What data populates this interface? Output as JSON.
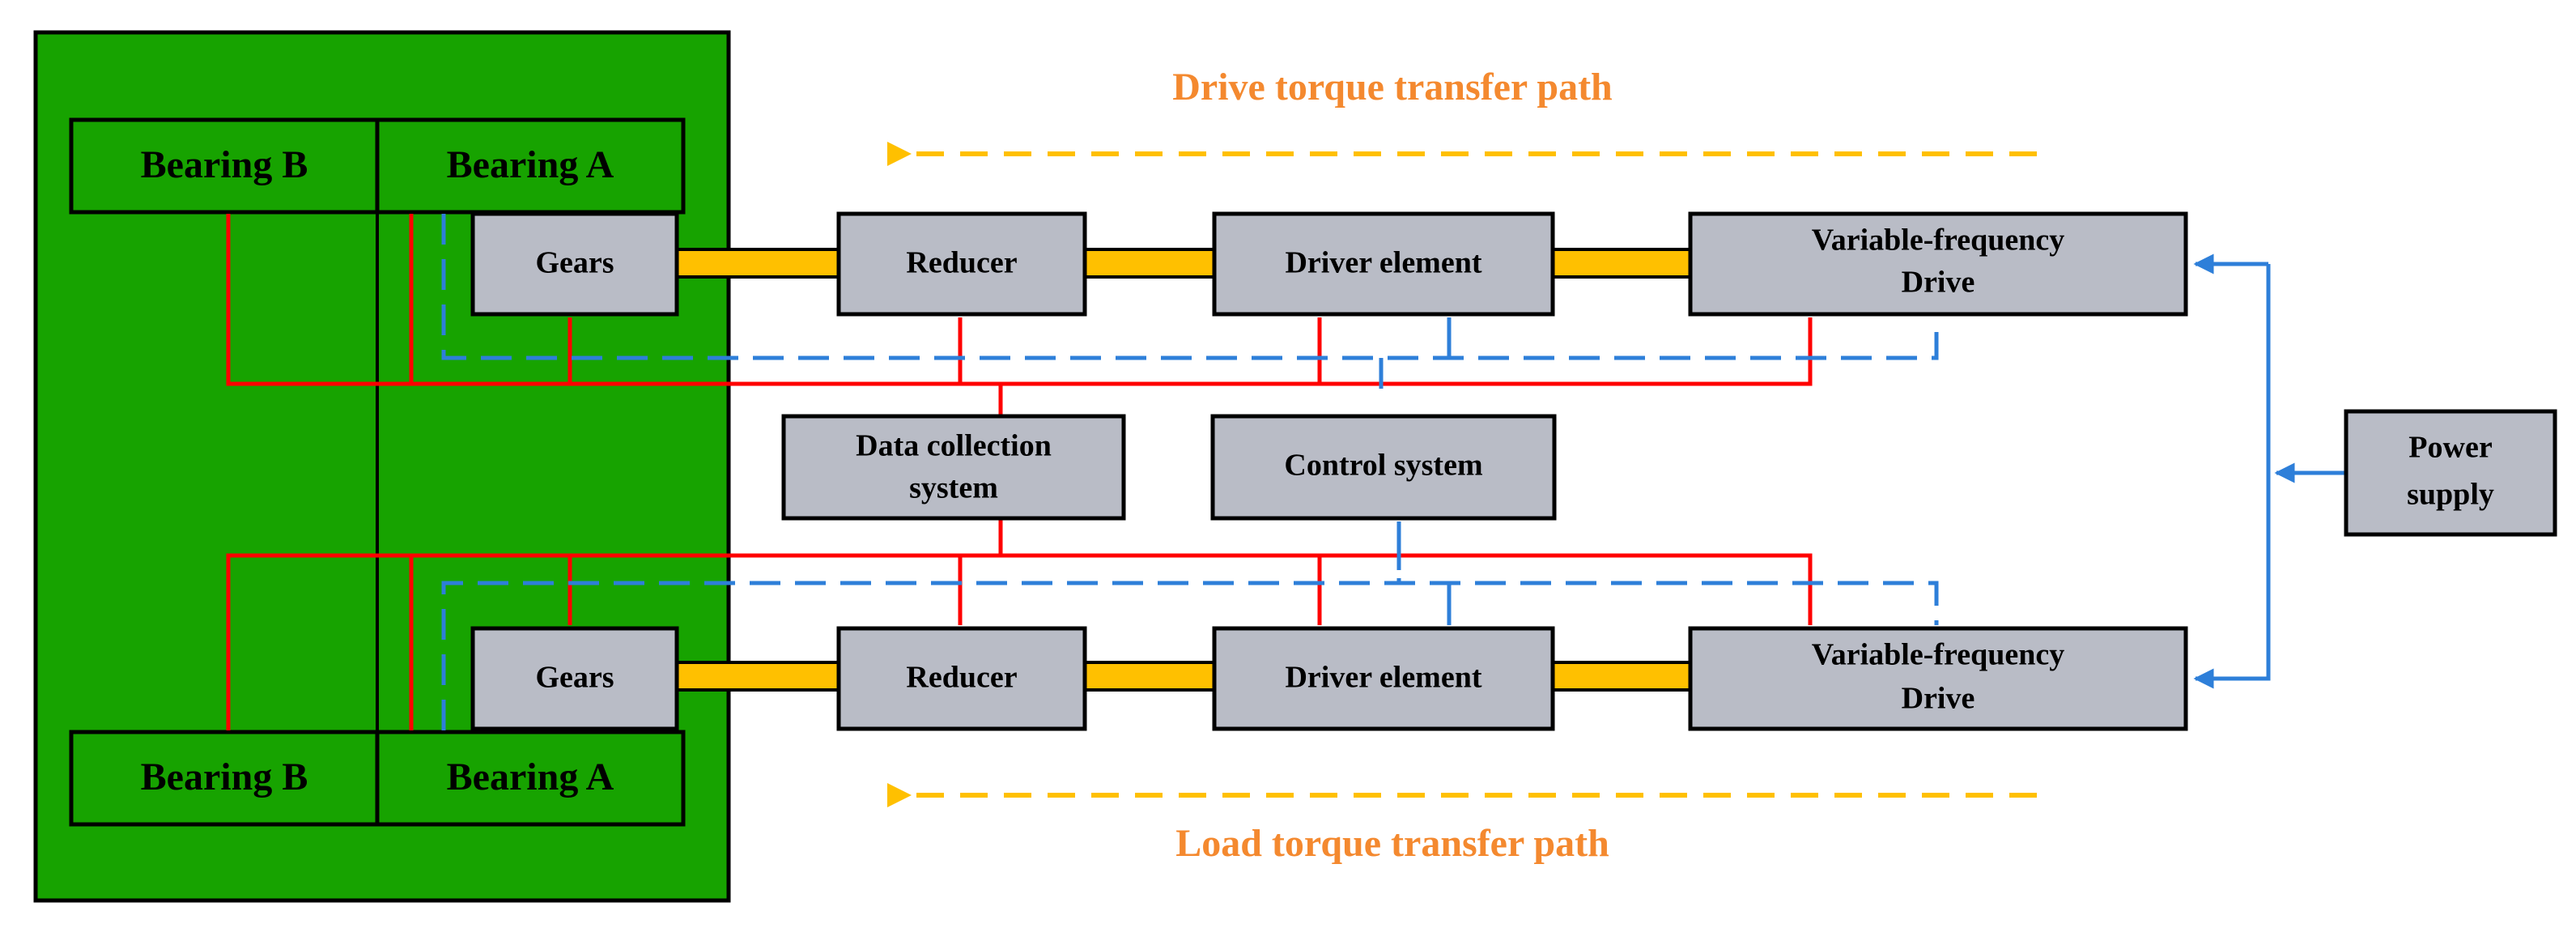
{
  "colors": {
    "rig_green": "#17A300",
    "box_gray": "#B9BCC6",
    "shaft_yellow": "#FFC000",
    "power_red": "#FF0000",
    "signal_blue": "#2E7FD9",
    "path_label_orange": "#F4892F",
    "arrow_yellow": "#FFC000"
  },
  "labels": {
    "drive_path": "Drive torque transfer path",
    "load_path": "Load torque transfer path"
  },
  "top_row": {
    "bearing_b": "Bearing B",
    "bearing_a": "Bearing A",
    "gears": "Gears",
    "reducer": "Reducer",
    "driver_element": "Driver element",
    "vfd_line1": "Variable-frequency",
    "vfd_line2": "Drive"
  },
  "middle": {
    "data_collection_line1": "Data collection",
    "data_collection_line2": "system",
    "control_system": "Control system",
    "power_supply_line1": "Power",
    "power_supply_line2": "supply"
  },
  "bottom_row": {
    "bearing_b": "Bearing B",
    "bearing_a": "Bearing A",
    "gears": "Gears",
    "reducer": "Reducer",
    "driver_element": "Driver element",
    "vfd_line1": "Variable-frequency",
    "vfd_line2": "Drive"
  },
  "icons": {
    "path_arrow": "arrow-left-icon",
    "power_arrow": "arrow-right-icon"
  }
}
